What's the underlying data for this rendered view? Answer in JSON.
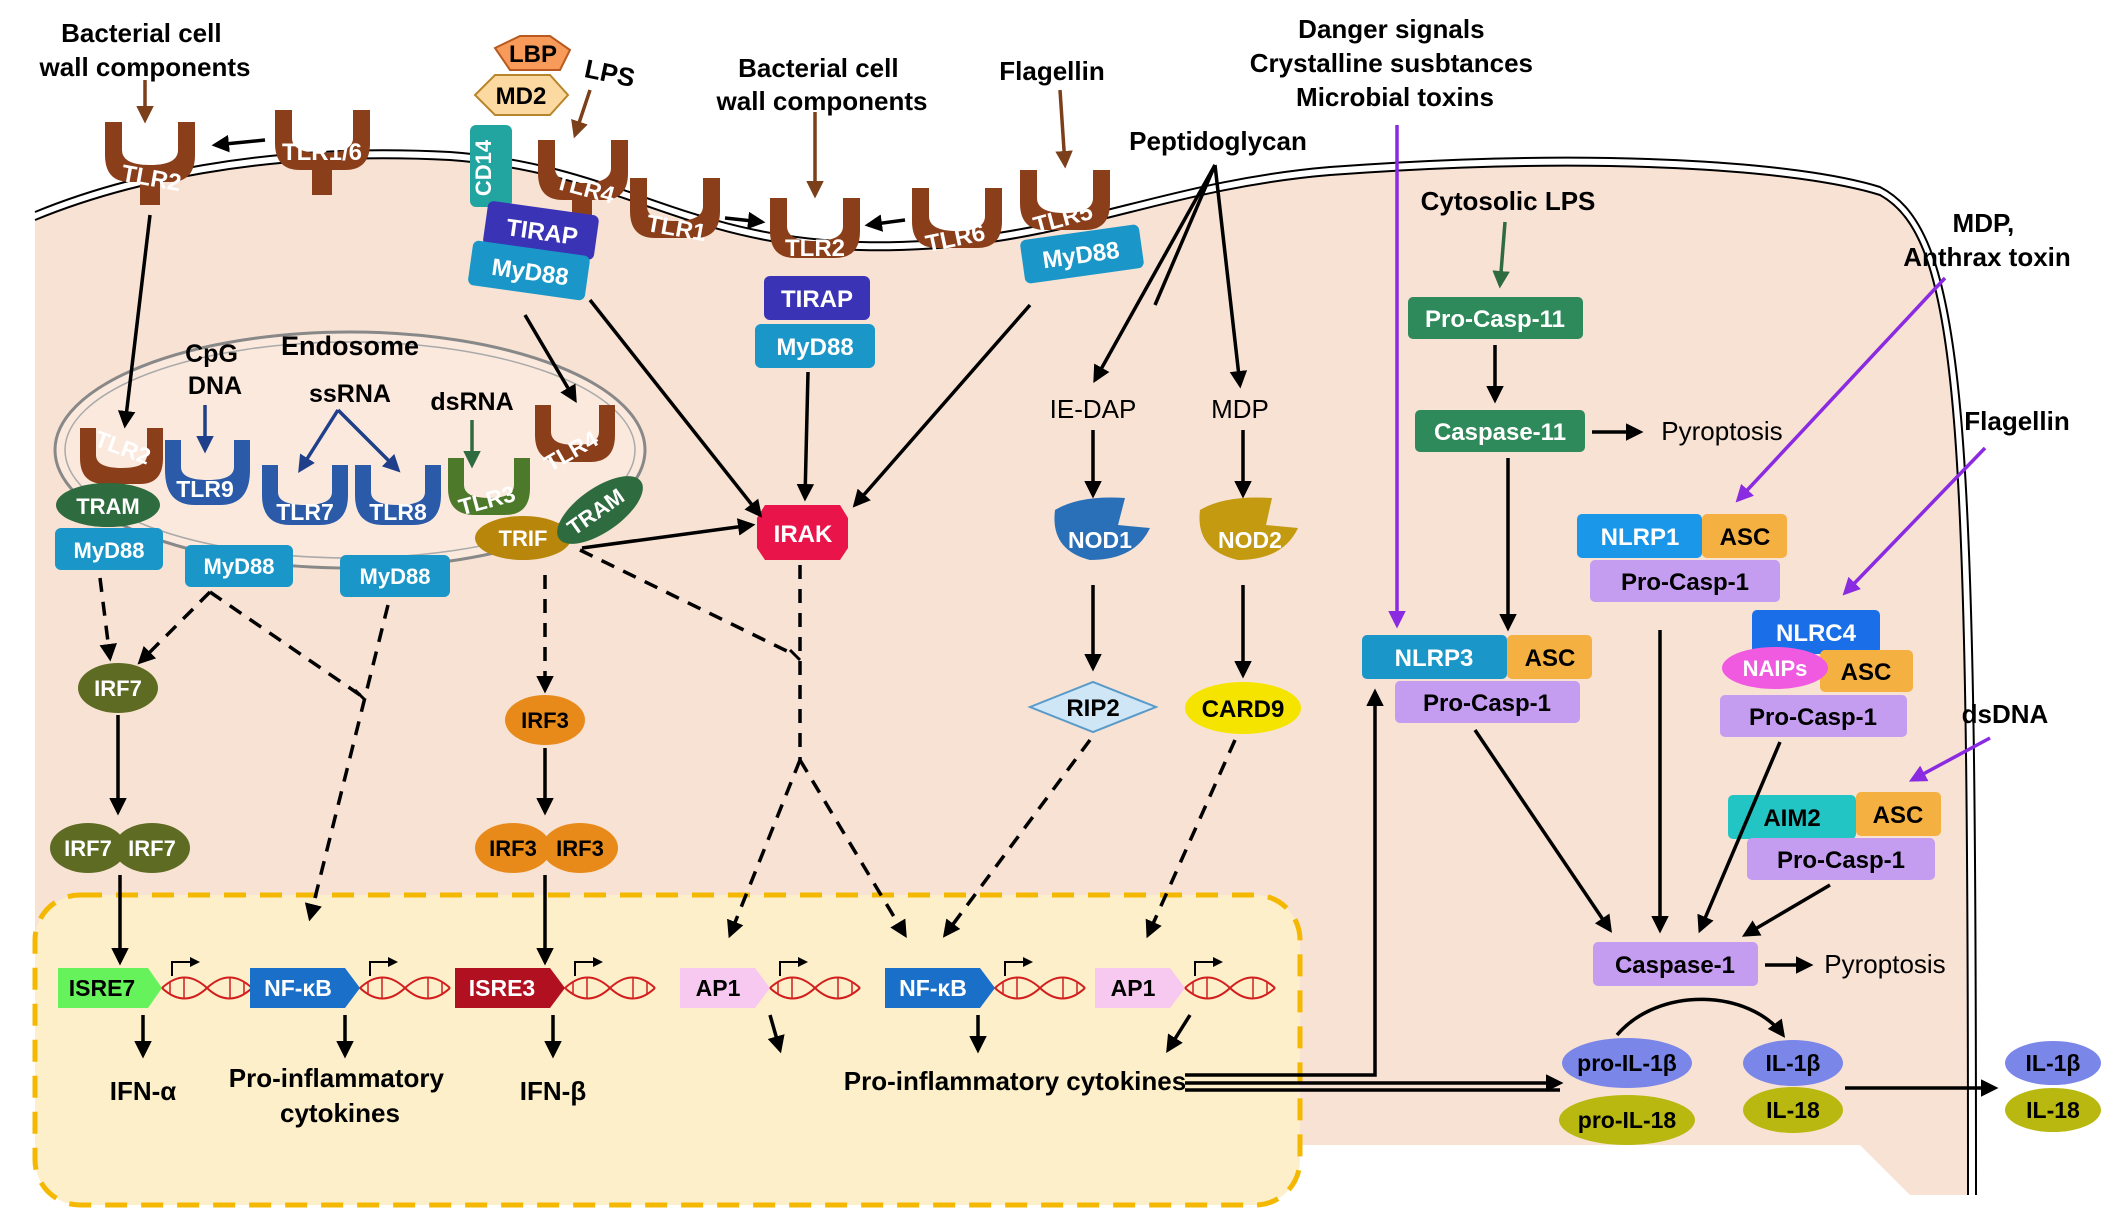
{
  "labels": {
    "bacterial_left": [
      "Bacterial cell",
      "wall components"
    ],
    "bacterial_mid": [
      "Bacterial cell",
      "wall components"
    ],
    "lps": "LPS",
    "flagellin_top": "Flagellin",
    "danger": [
      "Danger signals",
      "Crystalline susbtances",
      "Microbial toxins"
    ],
    "peptidoglycan": "Peptidoglycan",
    "cytosolic_lps": "Cytosolic LPS",
    "mdp_anthrax": [
      "MDP,",
      "Anthrax toxin"
    ],
    "flagellin_right": "Flagellin",
    "dsdna": "dsDNA",
    "endosome": "Endosome",
    "cpg": [
      "CpG",
      "DNA"
    ],
    "ssrna": "ssRNA",
    "dsrna": "dsRNA",
    "ie_dap": "IE-DAP",
    "mdp": "MDP",
    "pyroptosis1": "Pyroptosis",
    "pyroptosis2": "Pyroptosis",
    "ifn_a": "IFN-α",
    "proinf1": [
      "Pro-inflammatory",
      "cytokines"
    ],
    "ifn_b": "IFN-β",
    "proinf2": "Pro-inflammatory cytokines"
  },
  "receptors": {
    "tlr2_left": "TLR2",
    "tlr16": "TLR1/6",
    "tlr4_top": "TLR4",
    "tlr1": "TLR1",
    "tlr2_mid": "TLR2",
    "tlr6": "TLR6",
    "tlr5": "TLR5",
    "tlr2_endo": "TLR2",
    "tlr9": "TLR9",
    "tlr7": "TLR7",
    "tlr8": "TLR8",
    "tlr3": "TLR3",
    "tlr4_endo": "TLR4"
  },
  "adaptors": {
    "lbp": "LBP",
    "md2": "MD2",
    "cd14": "CD14",
    "tirap1": "TIRAP",
    "myd88_1": "MyD88",
    "tirap2": "TIRAP",
    "myd88_2": "MyD88",
    "myd88_tlr5": "MyD88",
    "tram1": "TRAM",
    "myd88_e1": "MyD88",
    "myd88_e2": "MyD88",
    "myd88_e3": "MyD88",
    "trif": "TRIF",
    "tram2": "TRAM",
    "irak": "IRAK",
    "nod1": "NOD1",
    "nod2": "NOD2",
    "rip2": "RIP2",
    "card9": "CARD9",
    "irf7": "IRF7",
    "irf7a": "IRF7",
    "irf7b": "IRF7",
    "irf3": "IRF3",
    "irf3a": "IRF3",
    "irf3b": "IRF3"
  },
  "tfs": {
    "isre7": "ISRE7",
    "nfkb1": "NF-κB",
    "isre3": "ISRE3",
    "ap1a": "AP1",
    "nfkb2": "NF-κB",
    "ap1b": "AP1"
  },
  "inflammasome": {
    "procasp11": "Pro-Casp-11",
    "casp11": "Caspase-11",
    "nlrp1": "NLRP1",
    "asc1": "ASC",
    "procasp1_a": "Pro-Casp-1",
    "nlrp3": "NLRP3",
    "asc3": "ASC",
    "procasp1_b": "Pro-Casp-1",
    "nlrc4": "NLRC4",
    "naips": "NAIPs",
    "asc4": "ASC",
    "procasp1_c": "Pro-Casp-1",
    "aim2": "AIM2",
    "asc5": "ASC",
    "procasp1_d": "Pro-Casp-1",
    "casp1": "Caspase-1"
  },
  "cytokines": {
    "pro_il1b": "pro-IL-1β",
    "pro_il18": "pro-IL-18",
    "il1b_in": "IL-1β",
    "il18_in": "IL-18",
    "il1b_out": "IL-1β",
    "il18_out": "IL-18"
  }
}
